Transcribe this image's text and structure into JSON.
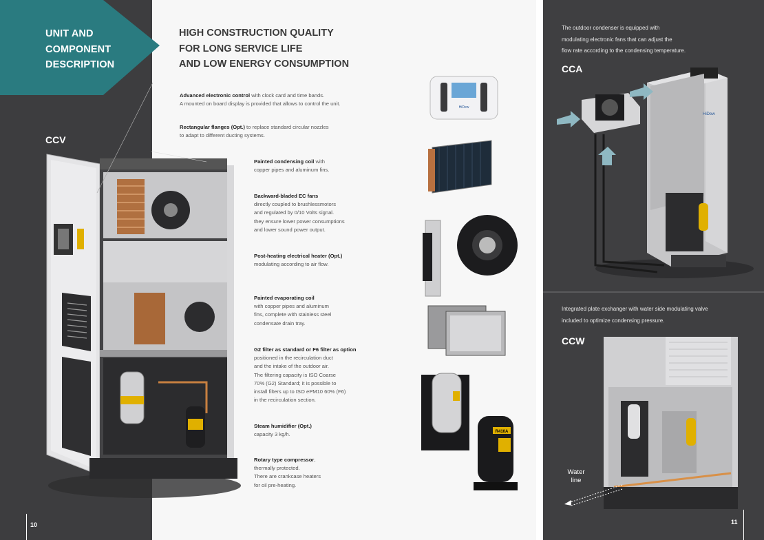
{
  "left_page": {
    "banner_lines": [
      "UNIT AND",
      "COMPONENT",
      "DESCRIPTION"
    ],
    "unit_label": "CCV",
    "title_lines": [
      "HIGH CONSTRUCTION QUALITY",
      "FOR LONG SERVICE LIFE",
      "AND LOW ENERGY CONSUMPTION"
    ],
    "features": [
      {
        "title": "Advanced electronic control",
        "lines": [
          " with clock card and time bands.",
          "A mounted on board display is provided that allows to control the unit."
        ]
      },
      {
        "title": "Rectangular flanges (Opt.)",
        "lines": [
          " to replace standard circular nozzles",
          "to adapt to different ducting systems."
        ]
      },
      {
        "title": "Painted condensing coil",
        "lines": [
          " with",
          "copper pipes and aluminum fins."
        ]
      },
      {
        "title": "Backward-bladed EC fans",
        "lines": [
          "directly coupled to brushlessmotors",
          "and regulated by 0/10 Volts signal.",
          "they ensure lower power consumptions",
          "and lower sound power output."
        ]
      },
      {
        "title": "Post-heating electrical heater (Opt.)",
        "lines": [
          "modulating according to air flow."
        ]
      },
      {
        "title": "Painted evaporating coil",
        "lines": [
          "with copper pipes and aluminum",
          "fins, complete with stainless steel",
          "condensate drain tray."
        ]
      },
      {
        "title": "G2 filter as standard or F6 filter as option",
        "lines": [
          "positioned in the recirculation duct",
          "and the intake of the outdoor air.",
          "The filtering capacity is ISO Coarse",
          "70% (G2) Standard; it is possible to",
          "install filters up to ISO ePM10 60% (F6)",
          "in the recirculation section."
        ]
      },
      {
        "title": "Steam humidifier (Opt.)",
        "lines": [
          "capacity 3 kg/h."
        ]
      },
      {
        "title": "Rotary type compressor",
        "lines": [
          ",",
          "thermally protected.",
          "There are crankcase heaters",
          "for oil pre-heating."
        ]
      }
    ],
    "display_brand": "HiDew",
    "compressor_badge": "R410A",
    "page_number": "10"
  },
  "right_page": {
    "cca_text_lines": [
      "The outdoor condenser is equipped with",
      "modulating electronic fans that can adjust the",
      "flow rate according to the condensing temperature."
    ],
    "cca_label": "CCA",
    "unit_brand": "HiDew",
    "ccw_text_lines": [
      "Integrated plate exchanger with water side modulating valve",
      "included to optimize condensing pressure."
    ],
    "ccw_label": "CCW",
    "water_line_lines": [
      "Water",
      "line"
    ],
    "page_number": "11"
  },
  "colors": {
    "banner_teal": "#2a7b80",
    "dark_bg": "#3d3d3f",
    "page_bg": "#f7f7f7",
    "unit_grey": "#d4d4d6",
    "arrow_blue": "#8fb8c2"
  }
}
